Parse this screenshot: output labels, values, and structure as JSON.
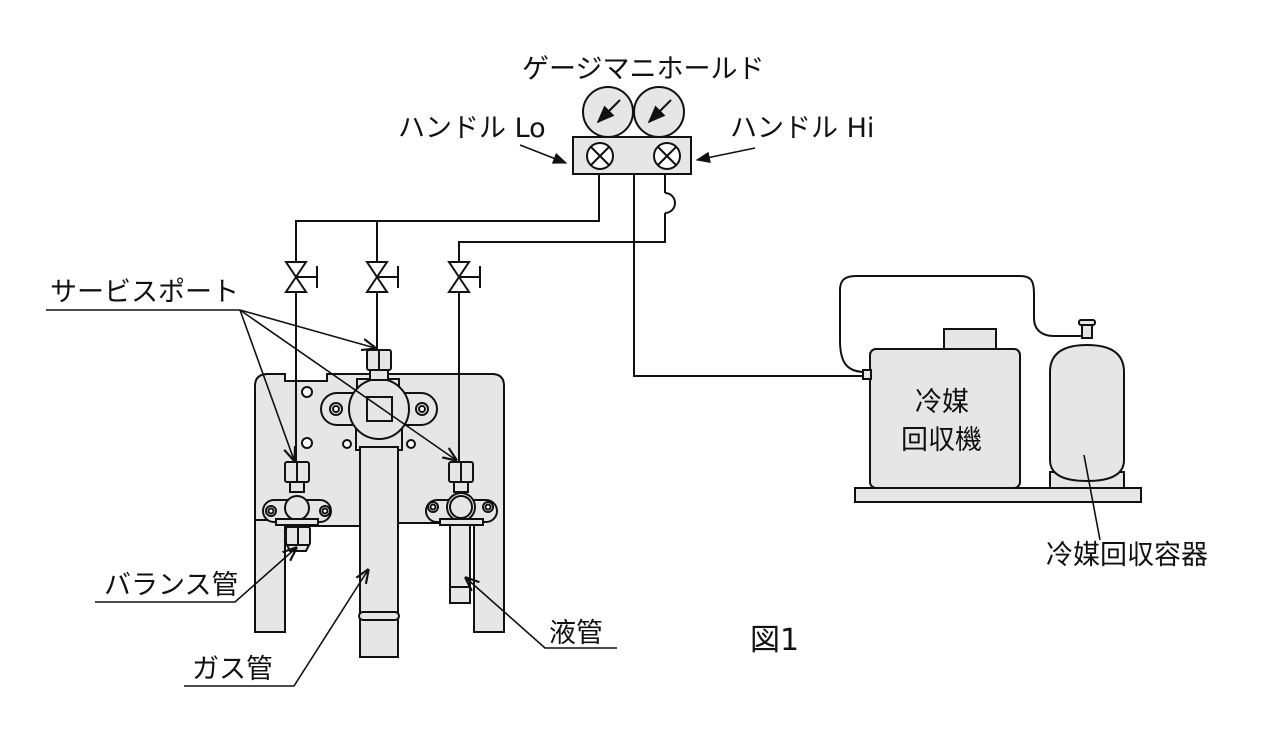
{
  "figure": {
    "caption": "図1",
    "fill_color": "#e6e6e6",
    "stroke_color": "#111111"
  },
  "labels": {
    "gauge_manifold": "ゲージマニホールド",
    "handle_lo": "ハンドル Lo",
    "handle_hi": "ハンドル Hi",
    "service_port": "サービスポート",
    "balance_pipe": "バランス管",
    "gas_pipe": "ガス管",
    "liquid_pipe": "液管",
    "recovery_machine_line1": "冷媒",
    "recovery_machine_line2": "回収機",
    "recovery_container": "冷媒回収容器"
  }
}
